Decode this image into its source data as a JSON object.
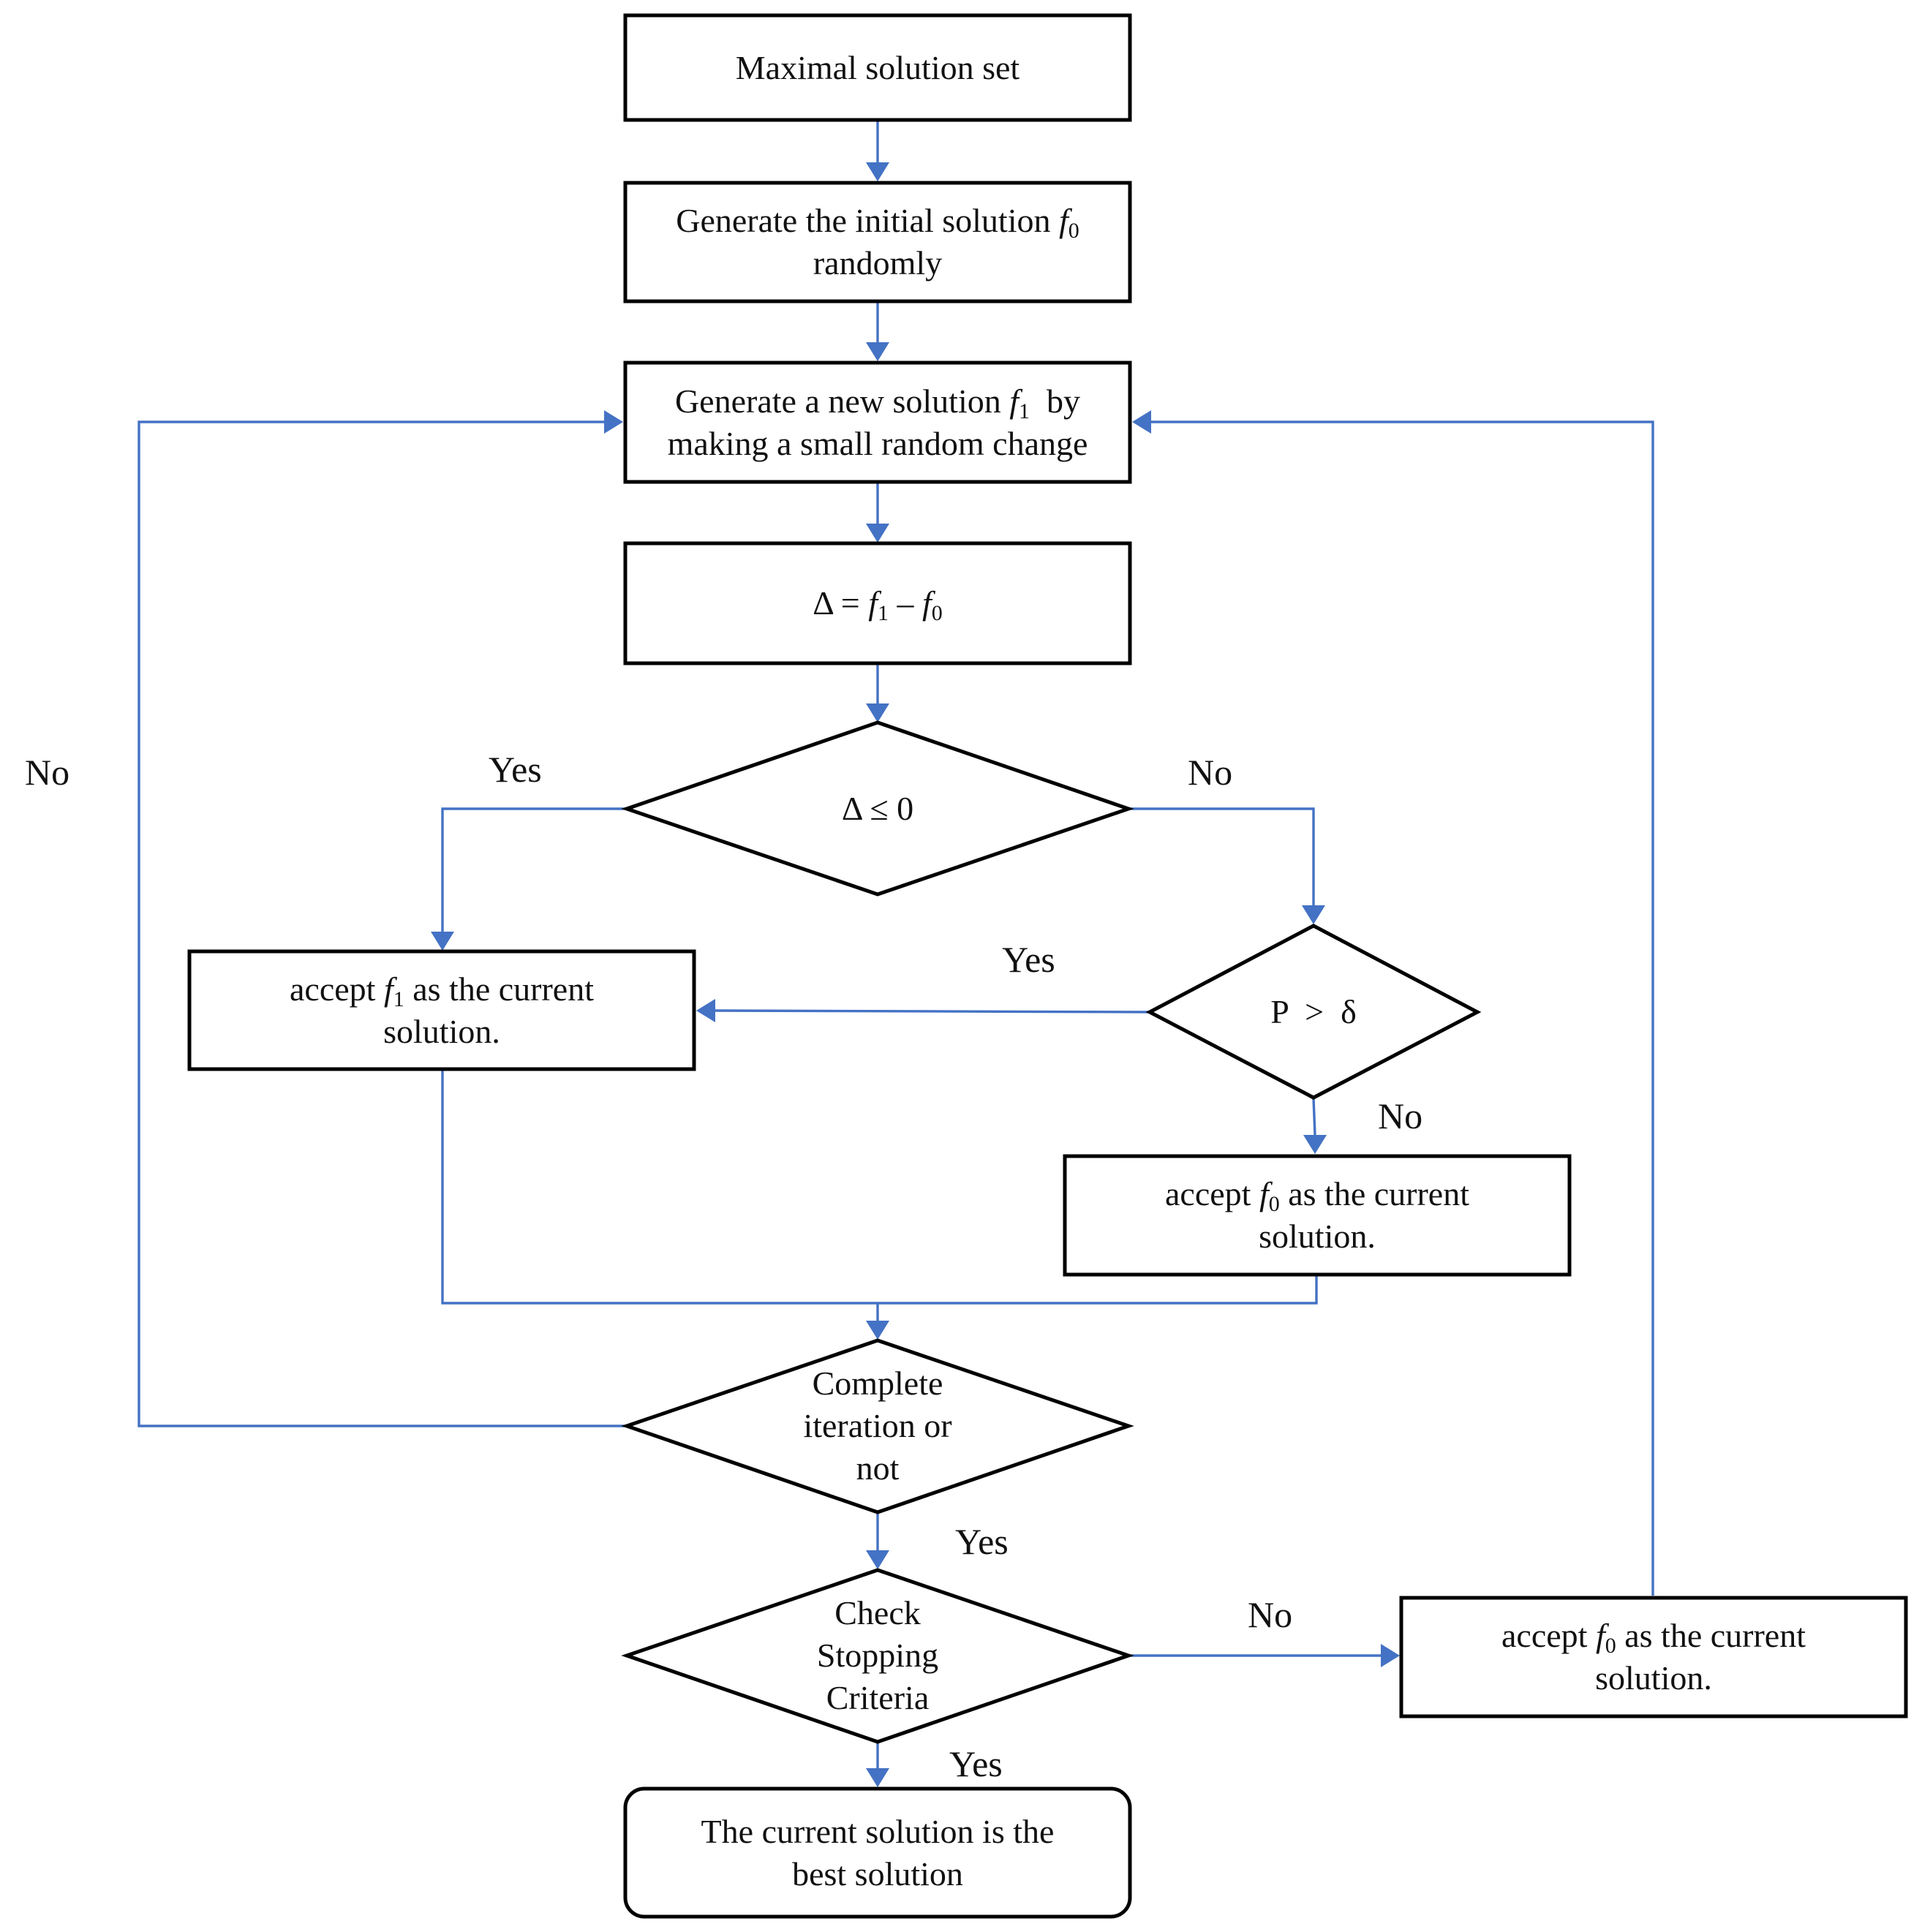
{
  "nodes": {
    "start": {
      "text": "Maximal solution set"
    },
    "init": {
      "line1": "Generate the initial solution",
      "var": "f",
      "sub": "0",
      "line2": "randomly"
    },
    "new_solution": {
      "pre": "Generate a new solution",
      "var": "f",
      "sub": "1",
      "post": "by",
      "line2": "making a small random change"
    },
    "delta": {
      "lhs": "Δ =",
      "var1": "f",
      "sub1": "1",
      "op": "–",
      "var2": "f",
      "sub2": "0"
    },
    "delta_check": {
      "text": "Δ ≤ 0"
    },
    "accept_f1": {
      "pre": "accept",
      "var": "f",
      "sub": "1",
      "post": "as the current",
      "line2": "solution."
    },
    "p_check": {
      "text": "P  >  δ"
    },
    "accept_f0_mid": {
      "pre": "accept",
      "var": "f",
      "sub": "0",
      "post": "as the current",
      "line2": "solution."
    },
    "iteration_check": {
      "line1": "Complete",
      "line2": "iteration or",
      "line3": "not"
    },
    "stopping_check": {
      "line1": "Check",
      "line2": "Stopping",
      "line3": "Criteria"
    },
    "accept_f0_right": {
      "pre": "accept",
      "var": "f",
      "sub": "0",
      "post": "as the current",
      "line2": "solution."
    },
    "end": {
      "line1": "The current solution is the",
      "line2": "best solution"
    }
  },
  "edge_labels": {
    "delta_yes": "Yes",
    "delta_no": "No",
    "p_yes": "Yes",
    "p_no": "No",
    "iteration_no": "No",
    "iteration_yes": "Yes",
    "stopping_no": "No",
    "stopping_yes": "Yes"
  },
  "colors": {
    "connector": "#4472C4",
    "shape_stroke": "#000000",
    "text": "#111111"
  }
}
